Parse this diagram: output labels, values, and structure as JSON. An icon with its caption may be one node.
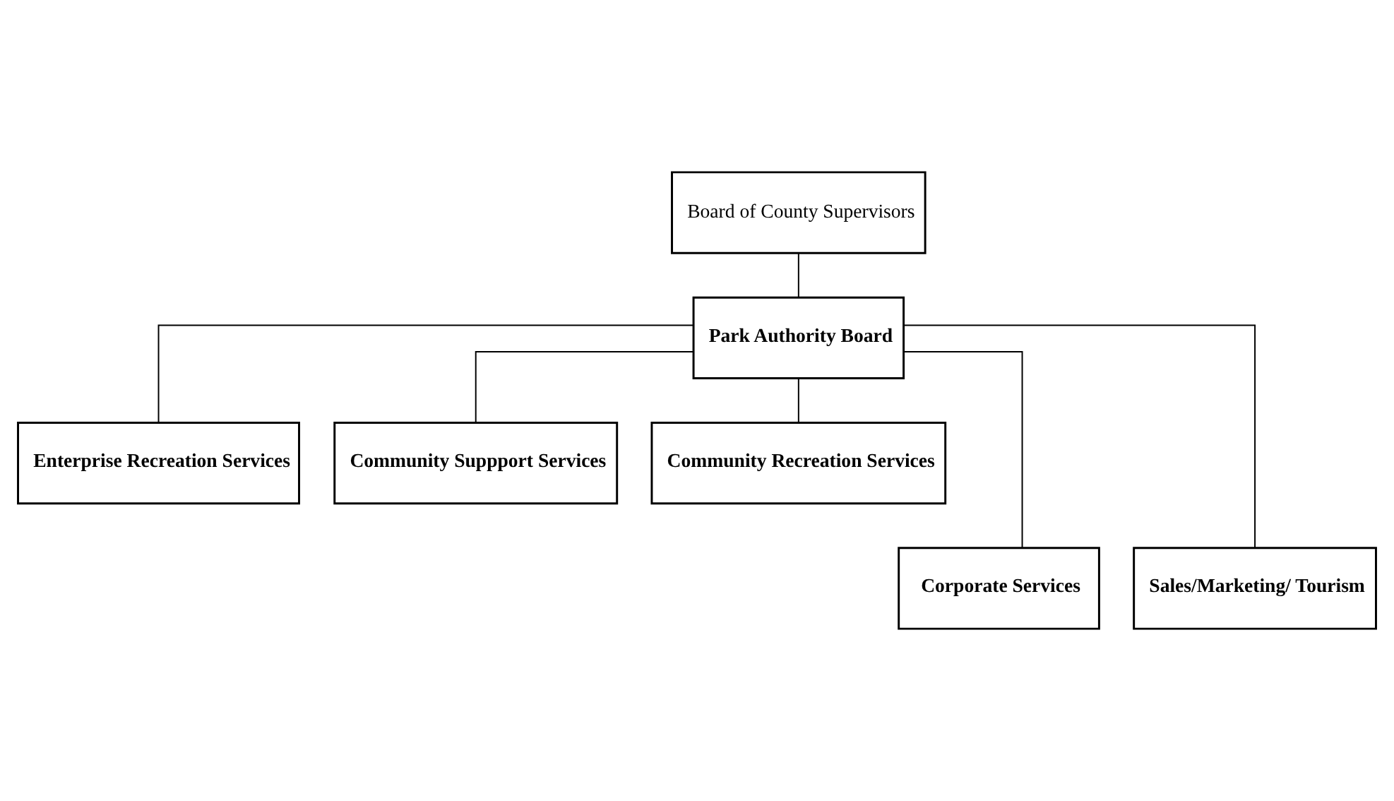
{
  "diagram": {
    "nodes": [
      {
        "text": [
          "Board of County Supervisors"
        ]
      },
      {
        "text": [
          "Park Authority Board"
        ]
      },
      {
        "text": [
          "Enterprise Recreation Services"
        ]
      },
      {
        "text": [
          "Community Suppport Services"
        ]
      },
      {
        "text": [
          "Community Recreation Services"
        ]
      },
      {
        "text": [
          "Corporate Services"
        ]
      },
      {
        "text": [
          "Sales/Marketing/ Tourism"
        ]
      }
    ],
    "edges": [
      {
        "from": 0,
        "to": 1,
        "arrow": "none"
      },
      {
        "from": 1,
        "to": 2,
        "arrow": "none"
      },
      {
        "from": 1,
        "to": 5,
        "arrow": "none"
      },
      {
        "from": 1,
        "to": 3,
        "arrow": "none"
      },
      {
        "from": 1,
        "to": 6,
        "arrow": "none"
      },
      {
        "from": 1,
        "to": 4,
        "arrow": "none"
      }
    ]
  }
}
